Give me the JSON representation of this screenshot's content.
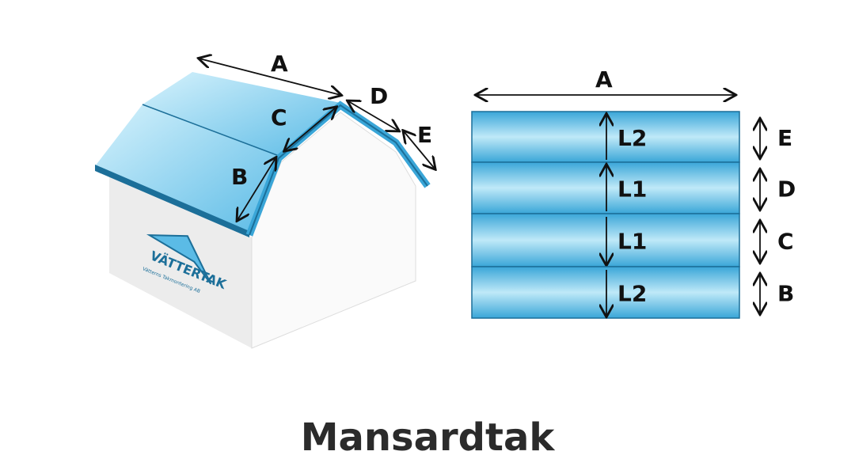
{
  "house": {
    "labels": {
      "a": "A",
      "b": "B",
      "c": "C",
      "d": "D",
      "e": "E"
    },
    "logo": {
      "name": "VÄTTERTAK",
      "sub": "Vätterns Takmontering AB"
    }
  },
  "panel": {
    "top_label": "A",
    "rows": [
      {
        "arrow": "up",
        "label": "L2",
        "side": "E"
      },
      {
        "arrow": "up",
        "label": "L1",
        "side": "D"
      },
      {
        "arrow": "down",
        "label": "L1",
        "side": "C"
      },
      {
        "arrow": "down",
        "label": "L2",
        "side": "B"
      }
    ]
  },
  "caption": "Mansardtak",
  "colors": {
    "roof_light": "#bfe9f8",
    "roof_dark": "#3aa6d8",
    "edge": "#1c6f99"
  }
}
